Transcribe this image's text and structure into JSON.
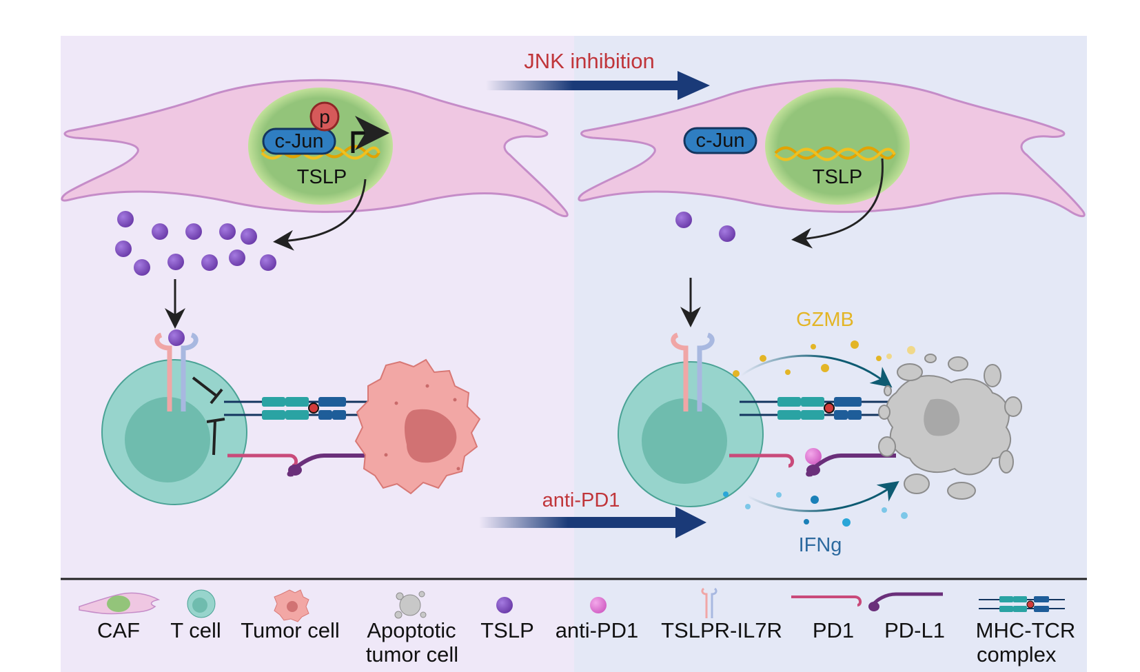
{
  "labels": {
    "jnk": "JNK inhibition",
    "anti_pd1": "anti-PD1",
    "gzmb": "GZMB",
    "ifng": "IFNg",
    "cjun_left": "c-Jun",
    "cjun_right": "c-Jun",
    "p": "p",
    "tslp_left": "TSLP",
    "tslp_right": "TSLP"
  },
  "legend": [
    {
      "key": "caf",
      "line1": "CAF",
      "line2": ""
    },
    {
      "key": "tcell",
      "line1": "T cell",
      "line2": ""
    },
    {
      "key": "tumor",
      "line1": "Tumor cell",
      "line2": ""
    },
    {
      "key": "apoptotic",
      "line1": "Apoptotic",
      "line2": "tumor cell"
    },
    {
      "key": "tslp",
      "line1": "TSLP",
      "line2": ""
    },
    {
      "key": "antipd1",
      "line1": "anti-PD1",
      "line2": ""
    },
    {
      "key": "receptor",
      "line1": "TSLPR-IL7R",
      "line2": ""
    },
    {
      "key": "pd1",
      "line1": "PD1",
      "line2": ""
    },
    {
      "key": "pdl1",
      "line1": "PD-L1",
      "line2": ""
    },
    {
      "key": "mhc",
      "line1": "MHC-TCR",
      "line2": "complex"
    }
  ],
  "colors": {
    "bg_left": "#efe8f8",
    "bg_right": "#e4e8f6",
    "red_text": "#c0353a",
    "gzmb": "#e3b526",
    "ifng": "#2d6a9f",
    "navy": "#1a3a78",
    "tslp_dot": "#7b4cb8",
    "antipd1": "#e079d0"
  }
}
